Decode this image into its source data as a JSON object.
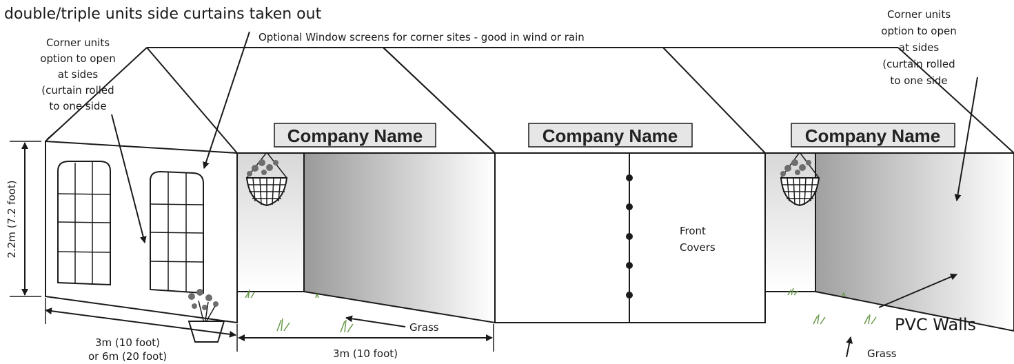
{
  "heading": "double/triple units side curtains taken out",
  "labels": {
    "optional_screens": "Optional Window screens for corner sites - good in wind or rain",
    "corner_left": [
      "Corner units",
      "option to open",
      "at sides",
      "(curtain rolled",
      "to one side"
    ],
    "corner_right": [
      "Corner units",
      "option to open",
      "at sides",
      "(curtain rolled",
      "to one side"
    ],
    "height": "2.2m (7.2 foot)",
    "width_left": [
      "3m (10 foot)",
      "or 6m (20 foot)"
    ],
    "width_middle": "3m (10 foot)",
    "grass_1": "Grass",
    "grass_2": "Grass",
    "front_covers": [
      "Front",
      "Covers"
    ],
    "pvc_walls": "PVC Walls"
  },
  "signs": [
    "Company Name",
    "Company Name",
    "Company Name"
  ],
  "colors": {
    "line": "#1a1a1a",
    "sign_fill": "#e6e6e6",
    "wall_gradient_dark": "#9a9a9a",
    "wall_gradient_light": "#ffffff",
    "grass": "#6a9a4a"
  }
}
